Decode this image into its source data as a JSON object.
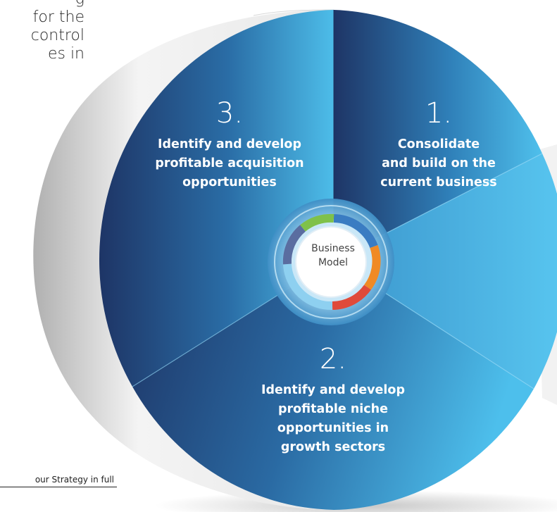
{
  "intro": {
    "lines": [
      "g",
      "for the",
      "control",
      "es in"
    ]
  },
  "diagram": {
    "center": {
      "line1": "Business",
      "line2": "Model"
    },
    "segments": [
      {
        "number": "1.",
        "lines": [
          "Consolidate",
          "and build on the",
          "current business"
        ]
      },
      {
        "number": "2.",
        "lines": [
          "Identify and develop",
          "profitable niche",
          "opportunities in",
          "growth sectors"
        ]
      },
      {
        "number": "3.",
        "lines": [
          "Identify and develop",
          "profitable acquisition",
          "opportunities"
        ]
      }
    ],
    "ring_colors": [
      "#3a7cc2",
      "#f08a24",
      "#e04a3a",
      "#8ed0f0",
      "#5a6da0",
      "#7fc14a"
    ]
  },
  "footer": {
    "link_text": "our Strategy in full"
  },
  "colors": {
    "dark_blue": "#1e3566",
    "light_blue": "#4fc0ec",
    "text": "#2a2a2a"
  }
}
